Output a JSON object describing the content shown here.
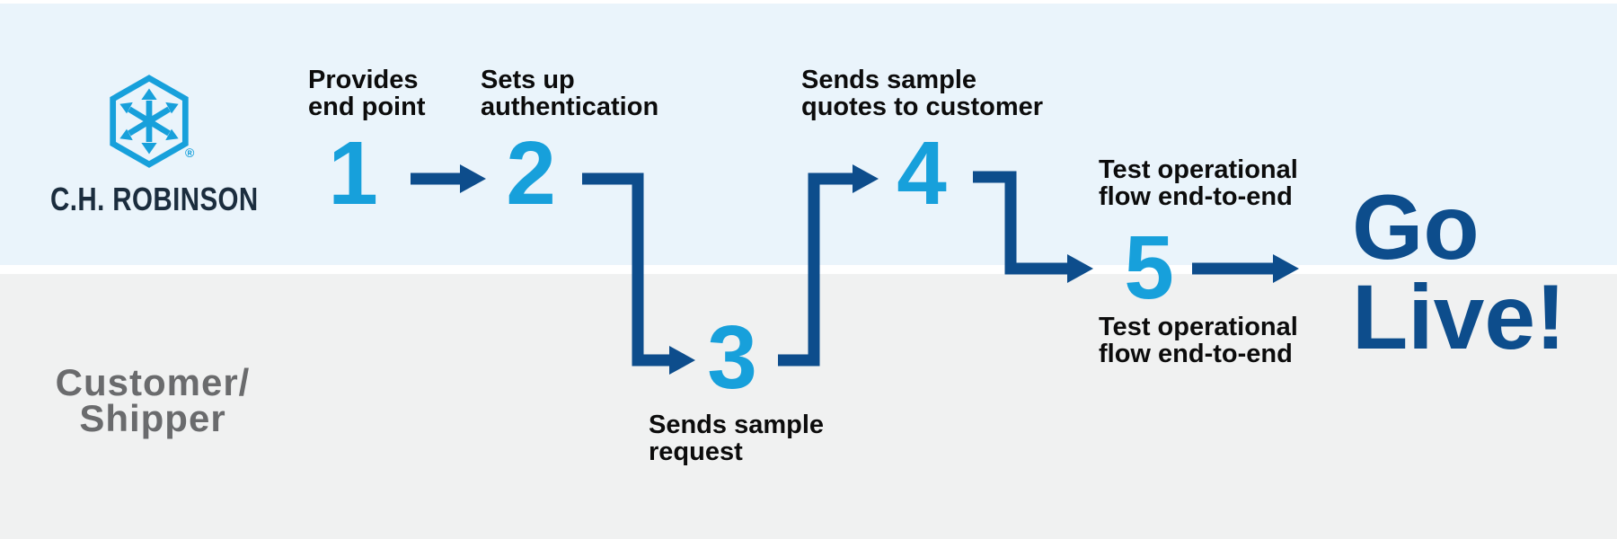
{
  "brand": {
    "wordmark": "C.H. ROBINSON",
    "registered_mark": "®"
  },
  "lanes": {
    "bottom": {
      "label_lines": [
        "Customer/",
        "Shipper"
      ]
    }
  },
  "steps": [
    {
      "number": "1",
      "lines": [
        "Provides",
        "end point"
      ]
    },
    {
      "number": "2",
      "lines": [
        "Sets up",
        "authentication"
      ]
    },
    {
      "number": "3",
      "lines": [
        "Sends sample",
        "request"
      ]
    },
    {
      "number": "4",
      "lines": [
        "Sends sample",
        "quotes to customer"
      ]
    },
    {
      "number": "5",
      "lines_top": [
        "Test operational",
        "flow end-to-end"
      ],
      "lines_bottom": [
        "Test operational",
        "flow end-to-end"
      ]
    }
  ],
  "connectors": [
    "1→2",
    "2→3",
    "3→4",
    "4→5",
    "5→Go Live!"
  ],
  "finish": {
    "lines": [
      "Go",
      "Live!"
    ]
  },
  "colors": {
    "accent_blue": "#17a0db",
    "navy": "#0d4d8c",
    "lane_top_bg": "#eaf4fb",
    "lane_bottom_bg": "#f0f1f1",
    "label_text": "#0c0c0c",
    "customer_gray": "#6a6b6d",
    "wordmark_navy": "#1b2d3e"
  }
}
